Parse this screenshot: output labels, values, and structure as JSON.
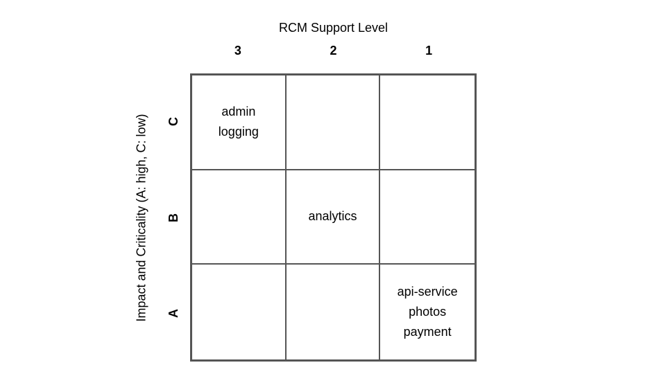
{
  "figure": {
    "title": "RCM Support Level",
    "x_axis": {
      "col_headers": [
        "3",
        "2",
        "1"
      ]
    },
    "y_axis": {
      "label": "Impact and Criticality (A: high, C: low)",
      "row_headers": [
        "C",
        "B",
        "A"
      ]
    },
    "colors": {
      "grid_line": "#555555",
      "text": "#000000",
      "background": "#ffffff"
    },
    "cells": [
      {
        "row": "C",
        "col": "3",
        "text": "admin\nlogging"
      },
      {
        "row": "C",
        "col": "2",
        "text": ""
      },
      {
        "row": "C",
        "col": "1",
        "text": ""
      },
      {
        "row": "B",
        "col": "3",
        "text": ""
      },
      {
        "row": "B",
        "col": "2",
        "text": "analytics"
      },
      {
        "row": "B",
        "col": "1",
        "text": ""
      },
      {
        "row": "A",
        "col": "3",
        "text": ""
      },
      {
        "row": "A",
        "col": "2",
        "text": ""
      },
      {
        "row": "A",
        "col": "1",
        "text": "api-service\nphotos\npayment"
      }
    ]
  }
}
